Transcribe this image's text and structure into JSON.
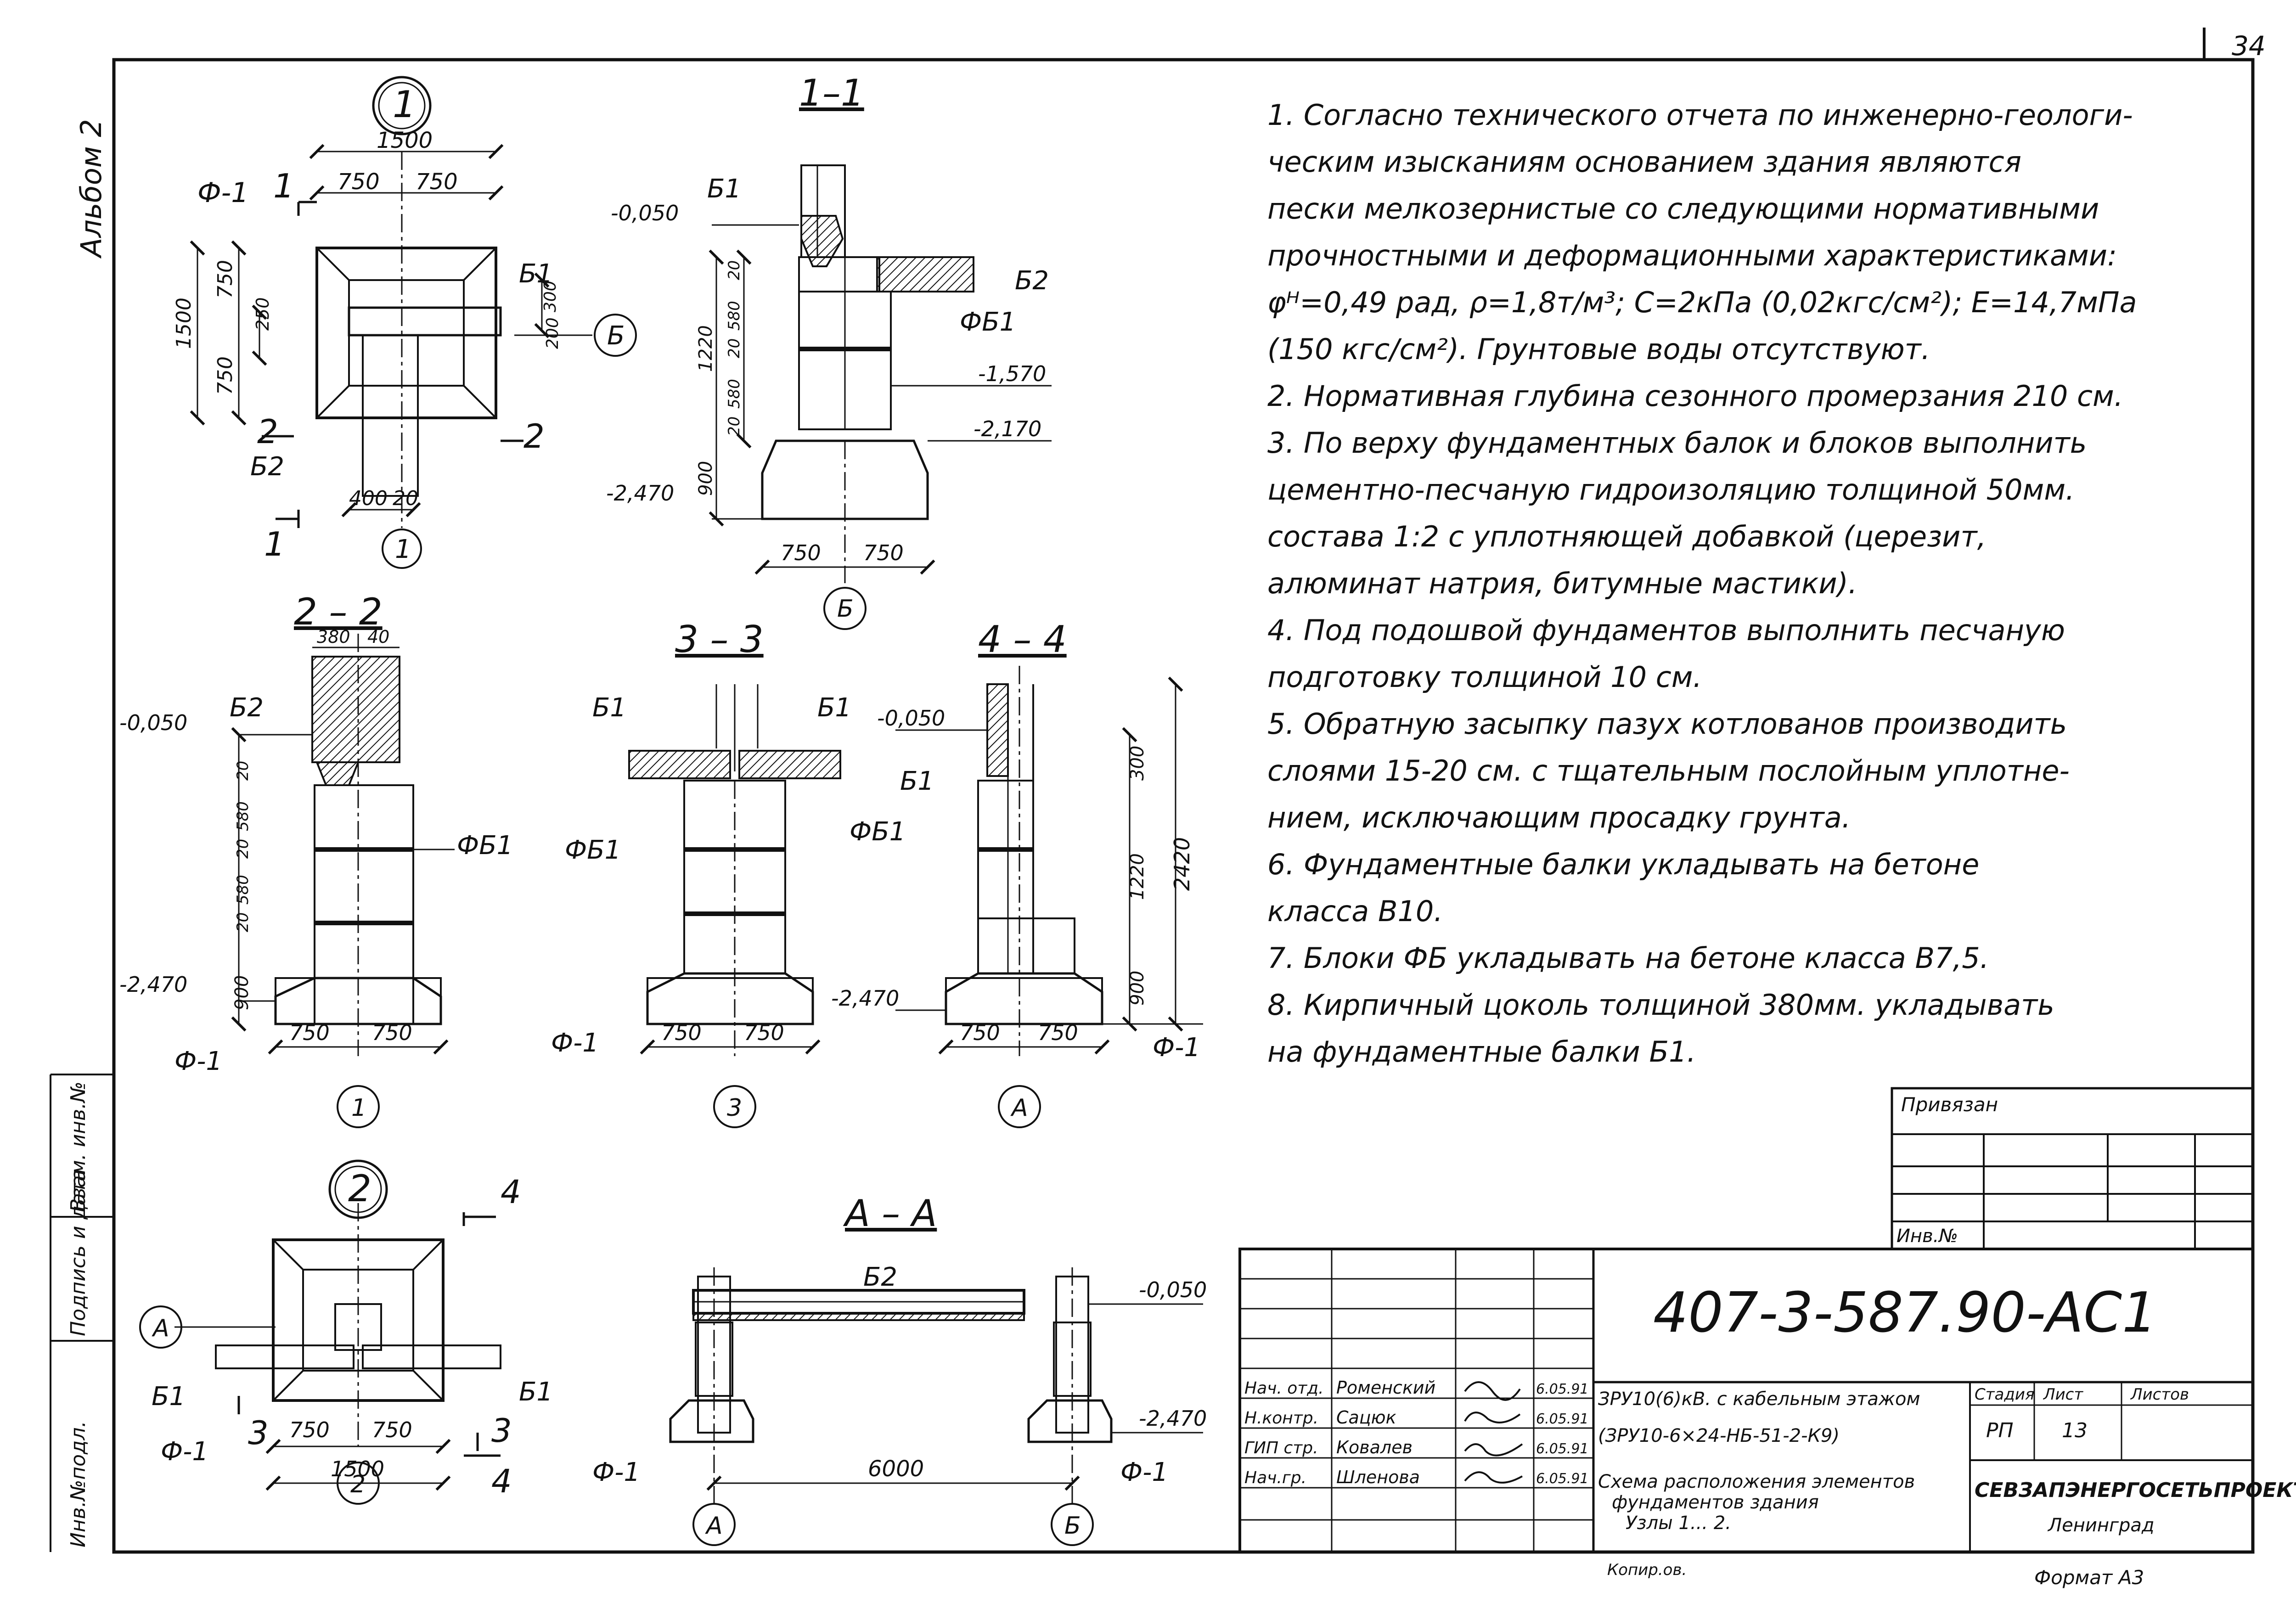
{
  "sheet_number": "34",
  "album_label": "Альбом 2",
  "views": {
    "node1": {
      "mark": "1",
      "dims": [
        "1500",
        "750",
        "750",
        "750",
        "750",
        "1500",
        "250",
        "300",
        "200",
        "400",
        "20"
      ],
      "labels": [
        "Ф-1",
        "Б1",
        "Б2",
        "Б"
      ],
      "cuts": [
        "1",
        "1",
        "2",
        "2"
      ]
    },
    "sec11": {
      "title": "1–1",
      "levels": [
        "-0,050",
        "-1,570",
        "-2,170",
        "-2,470"
      ],
      "dims": [
        "20",
        "580",
        "20",
        "580",
        "20",
        "1220",
        "900",
        "750",
        "750"
      ],
      "labels": [
        "Б1",
        "Б2",
        "ФБ1"
      ],
      "axis": "Б"
    },
    "sec22": {
      "title": "2 – 2",
      "levels": [
        "-0,050",
        "-2,470"
      ],
      "dims": [
        "380",
        "40",
        "20",
        "580",
        "20",
        "580",
        "20",
        "900",
        "750",
        "750"
      ],
      "labels": [
        "Б2",
        "ФБ1",
        "Ф-1"
      ],
      "axis": "1"
    },
    "sec33": {
      "title": "3 – 3",
      "dims": [
        "750",
        "750"
      ],
      "labels": [
        "Б1",
        "Б1",
        "ФБ1",
        "Ф-1"
      ],
      "axis": "3"
    },
    "sec44": {
      "title": "4 – 4",
      "levels": [
        "-0,050",
        "-2,470"
      ],
      "dims": [
        "300",
        "1220",
        "900",
        "2420",
        "750",
        "750"
      ],
      "labels": [
        "Б1",
        "ФБ1",
        "Ф-1"
      ],
      "axis": "А"
    },
    "node2": {
      "mark": "2",
      "dims": [
        "750",
        "750",
        "1500"
      ],
      "labels": [
        "Б1",
        "Б1",
        "Ф-1"
      ],
      "cuts": [
        "3",
        "3",
        "4",
        "4"
      ],
      "axes": [
        "А",
        "2"
      ]
    },
    "secAA": {
      "title": "А – А",
      "levels": [
        "-0,050",
        "-2,470"
      ],
      "dims": [
        "6000"
      ],
      "labels": [
        "Б2",
        "Ф-1",
        "Ф-1"
      ],
      "axes": [
        "А",
        "Б"
      ]
    }
  },
  "notes": [
    "1. Согласно технического отчета по инженерно-геологи-",
    "ческим изысканиям основанием здания являются",
    "пески мелкозернистые со следующими нормативными",
    "прочностными и деформационными характеристиками:",
    "φᴴ=0,49 рад, ρ=1,8т/м³; C=2кПа (0,02кгс/см²); E=14,7мПа",
    "(150 кгс/см²). Грунтовые воды отсутствуют.",
    "2. Нормативная глубина сезонного промерзания 210 см.",
    "3. По верху фундаментных балок и блоков выполнить",
    "цементно-песчаную гидроизоляцию толщиной 50мм.",
    "состава 1:2 с уплотняющей добавкой (церезит,",
    "алюминат натрия, битумные мастики).",
    "4. Под подошвой фундаментов выполнить песчаную",
    "подготовку толщиной 10 см.",
    "5. Обратную засыпку пазух котлованов производить",
    "слоями 15-20 см. с тщательным послойным уплотне-",
    "нием, исключающим просадку грунта.",
    "6. Фундаментные балки укладывать на бетоне",
    "класса В10.",
    "7. Блоки ФБ укладывать на бетоне класса В7,5.",
    "8. Кирпичный цоколь толщиной 380мм. укладывать",
    "на фундаментные балки Б1."
  ],
  "binding": {
    "privyazan": "Привязан",
    "inv": "Инв.№"
  },
  "left_strip": [
    "Взам. инв.№",
    "Подпись и дата",
    "Инв.№подл."
  ],
  "title_block": {
    "code": "407-3-587.90-АС1",
    "roles": [
      "Нач. отд.",
      "Н.контр.",
      "ГИП стр.",
      "Нач.гр."
    ],
    "names": [
      "Роменский",
      "Сацюк",
      "Ковалев",
      "Шленова"
    ],
    "dates": [
      "6.05.91",
      "6.05.91",
      "6.05.91",
      "6.05.91"
    ],
    "object_line1": "ЗРУ10(6)кВ. с кабельным этажом",
    "object_line2": "(ЗРУ10-6×24-НБ-51-2-К9)",
    "sheet_title_line1": "Схема расположения элементов",
    "sheet_title_line2": "фундаментов здания",
    "sheet_title_line3": "Узлы 1... 2.",
    "stage_header": "Стадия",
    "sheet_header": "Лист",
    "sheets_header": "Листов",
    "stage": "РП",
    "sheet": "13",
    "org": "СЕВЗАПЭНЕРГОСЕТЬПРОЕКТ",
    "city": "Ленинград",
    "copy": "Копир.ов.",
    "format": "Формат А3"
  }
}
